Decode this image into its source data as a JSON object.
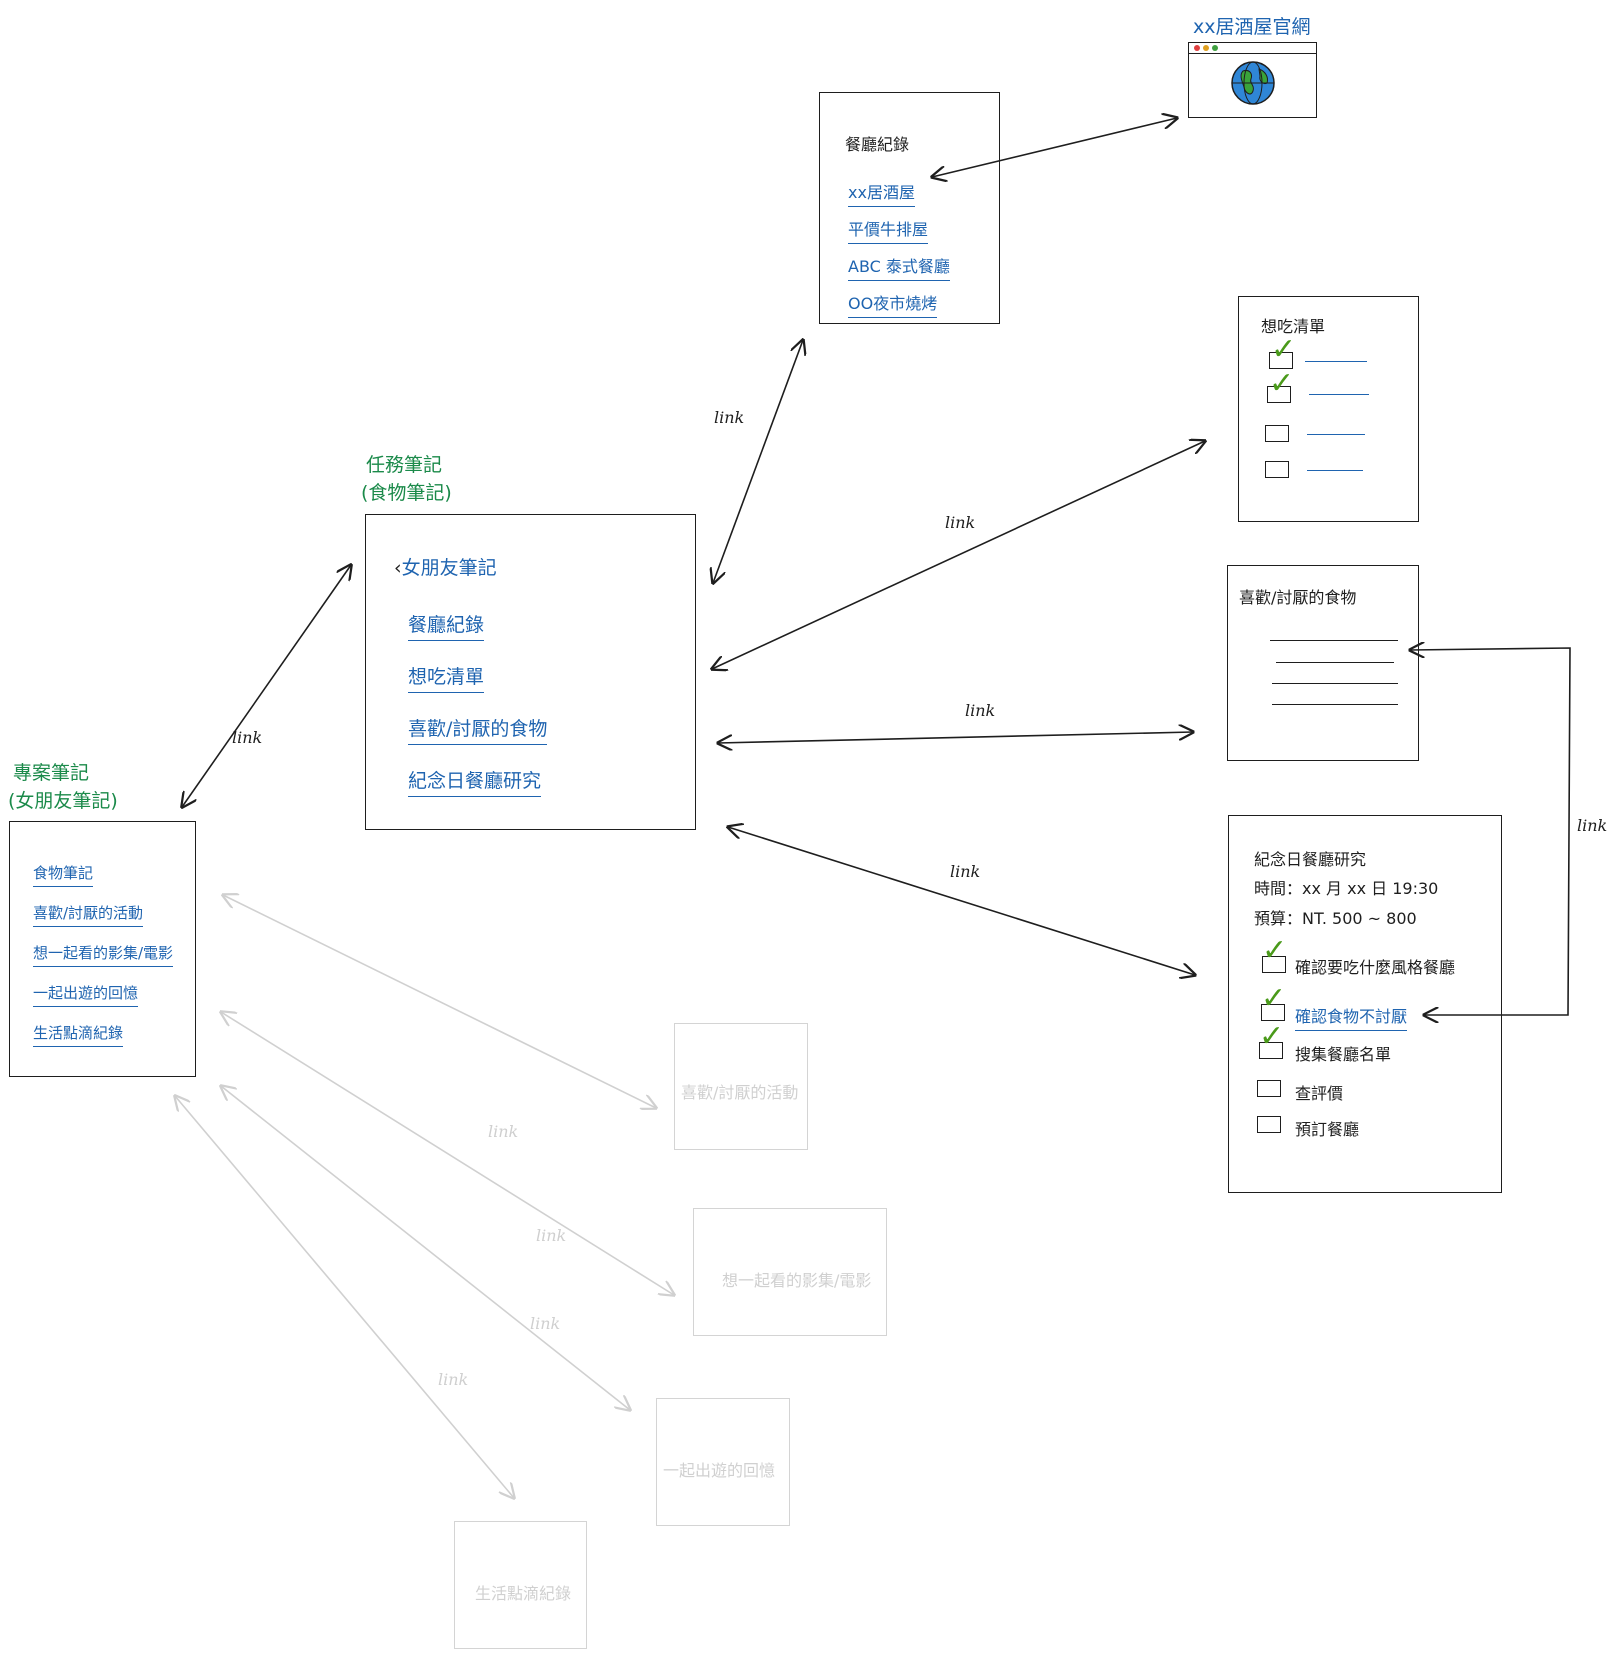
{
  "project_note": {
    "title": "專案筆記",
    "subtitle": "(女朋友筆記)",
    "items": [
      "食物筆記",
      "喜歡/討厭的活動",
      "想一起看的影集/電影",
      "一起出遊的回憶",
      "生活點滴紀錄"
    ]
  },
  "task_note": {
    "title": "任務筆記",
    "subtitle": "(食物筆記)",
    "back_label": "女朋友筆記",
    "items": [
      "餐廳紀錄",
      "想吃清單",
      "喜歡/討厭的食物",
      "紀念日餐廳研究"
    ]
  },
  "restaurant_note": {
    "title": "餐廳紀錄",
    "items": [
      "xx居酒屋",
      "平價牛排屋",
      "ABC 泰式餐廳",
      "OO夜市燒烤"
    ]
  },
  "website": {
    "title": "xx居酒屋官網"
  },
  "wishlist_note": {
    "title": "想吃清單",
    "checked": [
      true,
      true,
      false,
      false
    ]
  },
  "likes_note": {
    "title": "喜歡/討厭的食物"
  },
  "anniversary_note": {
    "title": "紀念日餐廳研究",
    "time_line": "時間：xx 月 xx 日 19:30",
    "budget_line": "預算：NT. 500 ~ 800",
    "tasks": [
      {
        "label": "確認要吃什麼風格餐廳",
        "done": true,
        "is_link": false
      },
      {
        "label": "確認食物不討厭",
        "done": true,
        "is_link": true
      },
      {
        "label": "搜集餐廳名單",
        "done": true,
        "is_link": false
      },
      {
        "label": "查評價",
        "done": false,
        "is_link": false
      },
      {
        "label": "預訂餐廳",
        "done": false,
        "is_link": false
      }
    ]
  },
  "faded_notes": [
    "喜歡/討厭的活動",
    "想一起看的影集/電影",
    "一起出遊的回憶",
    "生活點滴紀錄"
  ],
  "link_label": "link",
  "icons": {
    "back": "chevron-left-icon",
    "globe": "globe-icon",
    "check": "checkmark-icon"
  },
  "colors": {
    "title_green": "#1b8a4a",
    "link_blue": "#1f64b0",
    "check_green": "#4a9a1a",
    "faded": "#d0d0d0"
  }
}
